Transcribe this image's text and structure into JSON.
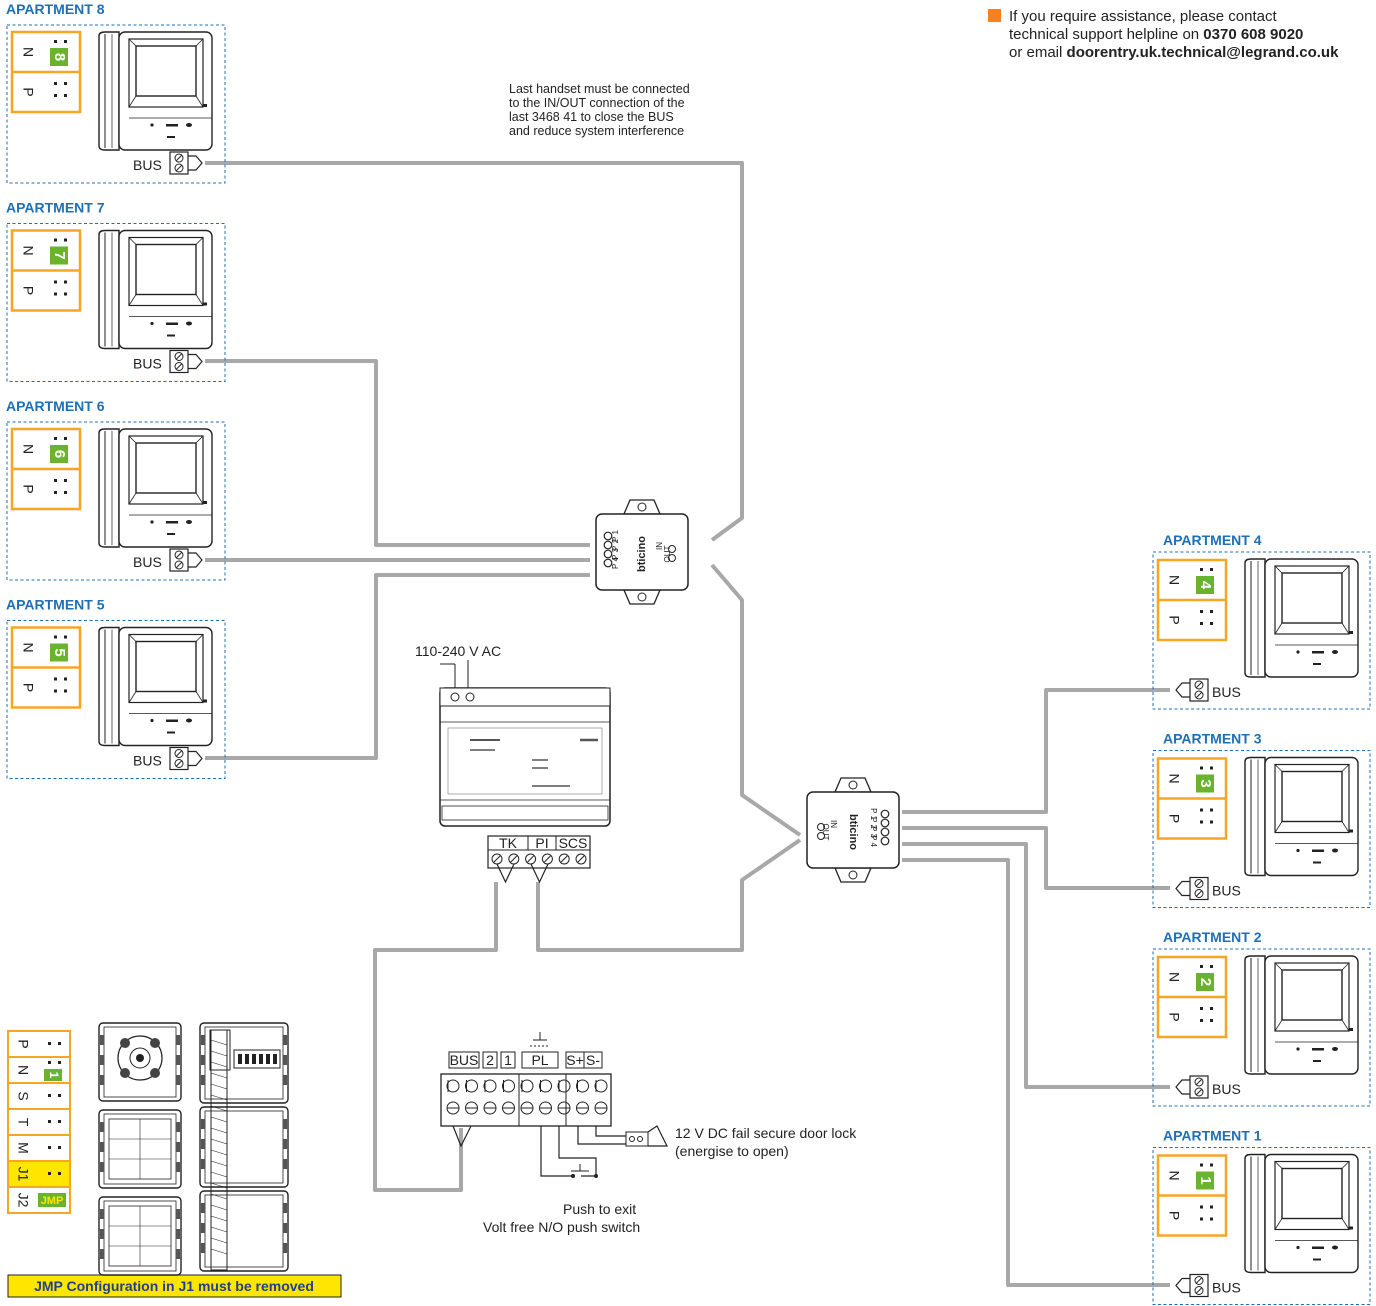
{
  "help": {
    "line1": "If you require assistance, please contact",
    "line2_prefix": "technical support helpline on ",
    "phone": "0370 608 9020",
    "line3_prefix": "or email ",
    "email": "doorentry.uk.technical@legrand.co.uk",
    "bullet_color": "#f58220"
  },
  "apartments_left": [
    {
      "title": "APARTMENT 8",
      "number": "8",
      "bus_label": "BUS"
    },
    {
      "title": "APARTMENT 7",
      "number": "7",
      "bus_label": "BUS"
    },
    {
      "title": "APARTMENT 6",
      "number": "6",
      "bus_label": "BUS"
    },
    {
      "title": "APARTMENT 5",
      "number": "5",
      "bus_label": "BUS"
    }
  ],
  "apartments_right": [
    {
      "title": "APARTMENT 4",
      "number": "4",
      "bus_label": "BUS"
    },
    {
      "title": "APARTMENT 3",
      "number": "3",
      "bus_label": "BUS"
    },
    {
      "title": "APARTMENT 2",
      "number": "2",
      "bus_label": "BUS"
    },
    {
      "title": "APARTMENT 1",
      "number": "1",
      "bus_label": "BUS"
    }
  ],
  "config_labels": {
    "n": "N",
    "p": "P"
  },
  "last_handset_note": [
    "Last handset must be connected",
    "to the IN/OUT connection of the",
    "last 3468 41 to close the BUS",
    "and reduce system interference"
  ],
  "distributor": {
    "brand": "bticino",
    "ports": [
      "P 1",
      "P 2",
      "P 3",
      "P 4"
    ],
    "in_label": "IN",
    "out_label": "OUT"
  },
  "power_supply": {
    "mains_label": "110-240 V AC",
    "terminal_labels": [
      "TK",
      "PI",
      "SCS"
    ]
  },
  "entrance_module": {
    "terminal_labels": [
      "BUS",
      "2",
      "1",
      "PL",
      "S+",
      "S-"
    ],
    "lock_label": [
      "12 V DC fail secure door lock",
      "(energise to open)"
    ],
    "push_label": [
      "Push to exit",
      "Volt free N/O push switch"
    ]
  },
  "entrance_config": {
    "rows": [
      "P",
      "N",
      "S",
      "T",
      "M",
      "J1",
      "J2"
    ],
    "n_value": "1",
    "jmp_label": "JMP",
    "warning": "JMP Configuration in J1 must be removed"
  },
  "colors": {
    "apartment_title": "#1f6fb5",
    "config_border": "#f5a623",
    "config_number": "#6ab42d",
    "highlight_yellow": "#ffe600",
    "wire": "#a8a8a8"
  }
}
